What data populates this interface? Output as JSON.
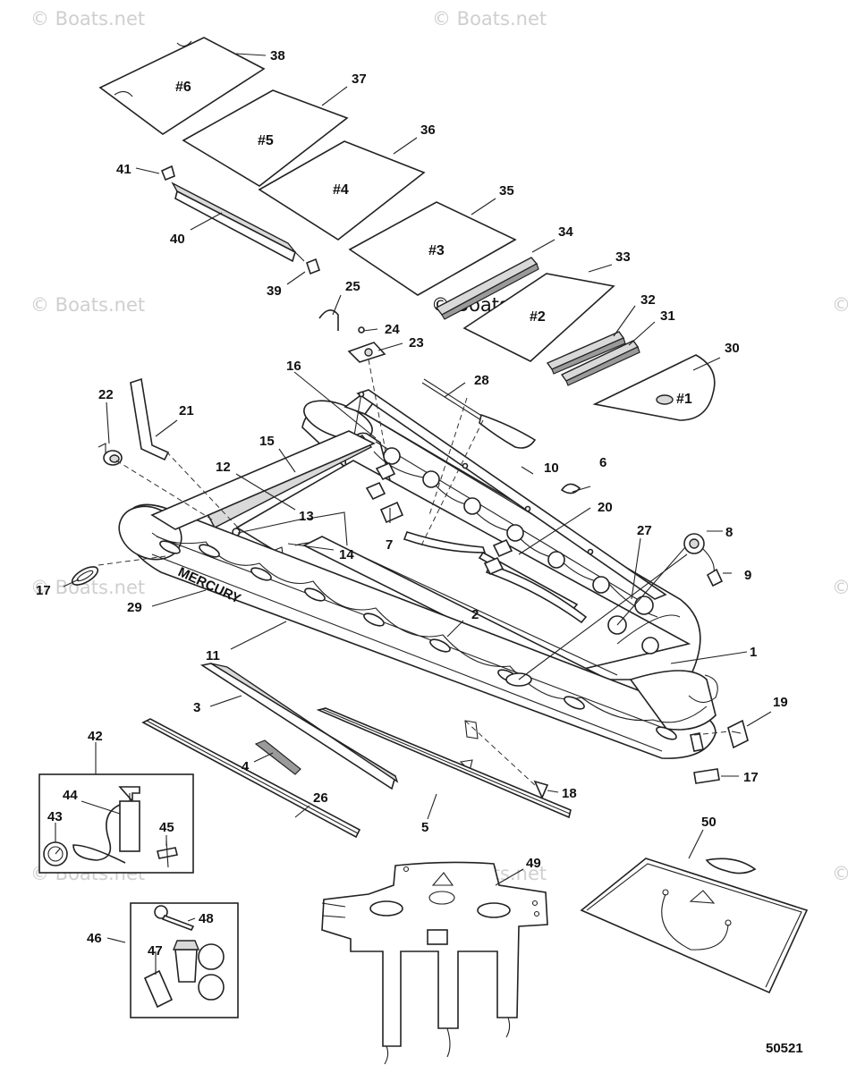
{
  "watermark": "© Boats.net",
  "figure_number": "50521",
  "brand_text": "MERCURY",
  "panels": [
    "#6",
    "#5",
    "#4",
    "#3",
    "#2",
    "#1"
  ],
  "callouts": [
    "1",
    "2",
    "3",
    "4",
    "5",
    "6",
    "7",
    "8",
    "9",
    "10",
    "11",
    "12",
    "13",
    "14",
    "15",
    "16",
    "17",
    "17",
    "18",
    "19",
    "20",
    "21",
    "22",
    "23",
    "24",
    "25",
    "26",
    "27",
    "28",
    "29",
    "30",
    "31",
    "32",
    "33",
    "34",
    "35",
    "36",
    "37",
    "38",
    "39",
    "40",
    "41",
    "42",
    "43",
    "44",
    "45",
    "46",
    "47",
    "48",
    "49",
    "50"
  ]
}
